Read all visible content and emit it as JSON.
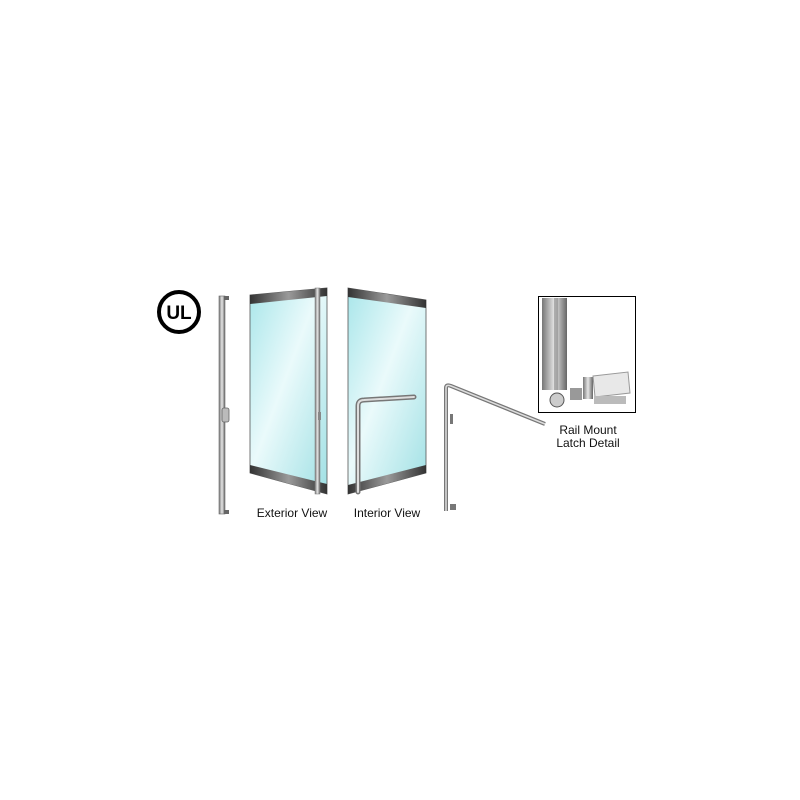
{
  "logo": {
    "text": "UL"
  },
  "views": {
    "exterior_label": "Exterior View",
    "interior_label": "Interior View"
  },
  "detail": {
    "line1": "Rail Mount",
    "line2": "Latch Detail"
  },
  "colors": {
    "glass": "#bdeef0",
    "frame": "#4a4a4a",
    "metal": "#a8a8a8"
  }
}
